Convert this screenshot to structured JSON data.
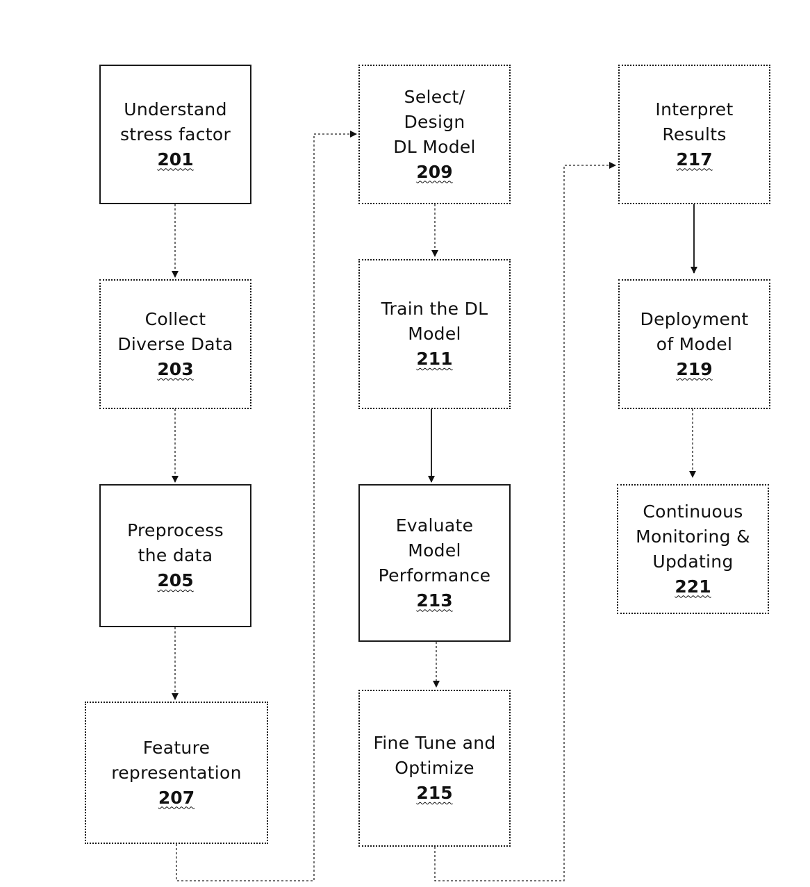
{
  "boxes": {
    "b201": {
      "lines": [
        "Understand",
        "stress factor"
      ],
      "ref": "201"
    },
    "b203": {
      "lines": [
        "Collect",
        "Diverse Data"
      ],
      "ref": "203"
    },
    "b205": {
      "lines": [
        "Preprocess",
        "the data"
      ],
      "ref": "205"
    },
    "b207": {
      "lines": [
        "Feature",
        "representation"
      ],
      "ref": "207"
    },
    "b209": {
      "lines": [
        "Select/",
        "Design",
        "DL Model"
      ],
      "ref": "209"
    },
    "b211": {
      "lines": [
        "Train the DL",
        "Model"
      ],
      "ref": "211"
    },
    "b213": {
      "lines": [
        "Evaluate",
        "Model",
        "Performance"
      ],
      "ref": "213"
    },
    "b215": {
      "lines": [
        "Fine Tune and",
        "Optimize"
      ],
      "ref": "215"
    },
    "b217": {
      "lines": [
        "Interpret",
        "Results"
      ],
      "ref": "217"
    },
    "b219": {
      "lines": [
        "Deployment",
        "of Model"
      ],
      "ref": "219"
    },
    "b221": {
      "lines": [
        "Continuous",
        "Monitoring &",
        "Updating"
      ],
      "ref": "221"
    }
  }
}
